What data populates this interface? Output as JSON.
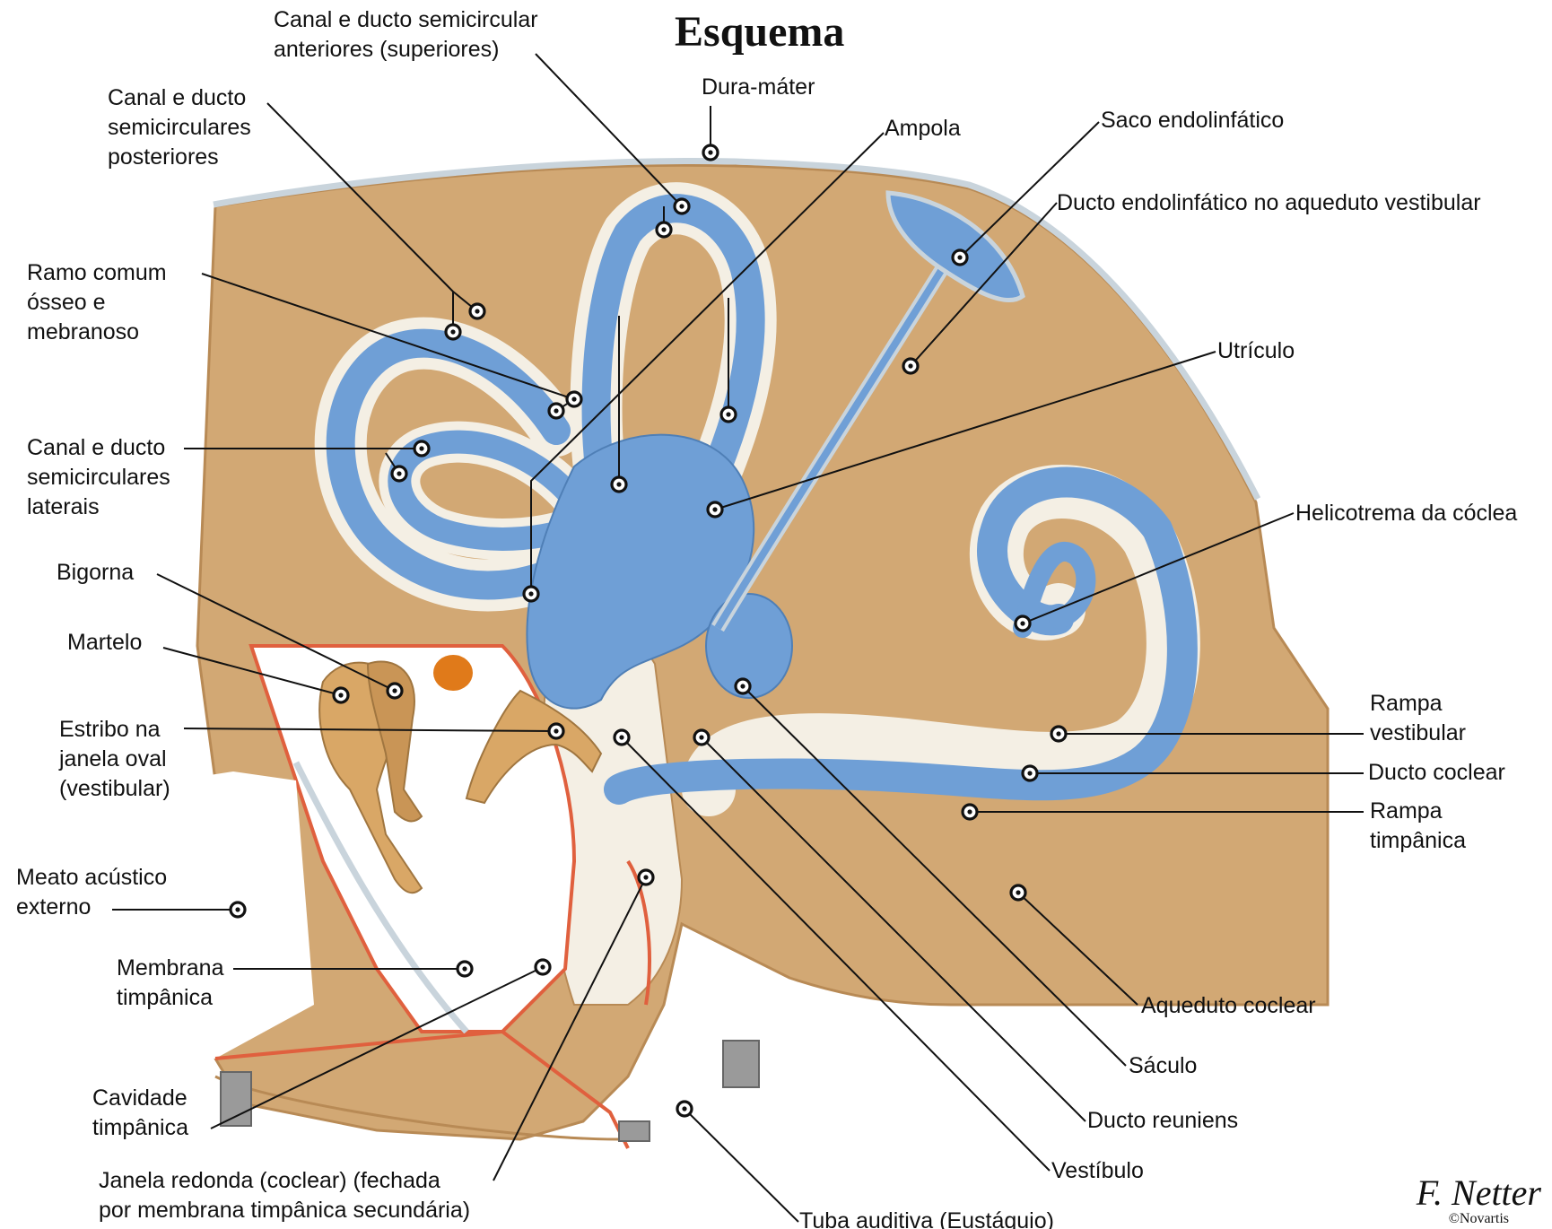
{
  "title": "Esquema",
  "labels": {
    "canal_ducto_anteriores": [
      "Canal e ducto semicircular",
      "anteriores (superiores)"
    ],
    "canal_ducto_posteriores": [
      "Canal e ducto",
      "semicirculares",
      "posteriores"
    ],
    "ramo_comum": [
      "Ramo comum",
      "ósseo e",
      "mebranoso"
    ],
    "canal_ducto_laterais": [
      "Canal e ducto",
      "semicirculares",
      "laterais"
    ],
    "bigorna": [
      "Bigorna"
    ],
    "martelo": [
      "Martelo"
    ],
    "estribo": [
      "Estribo na",
      "janela oval",
      "(vestibular)"
    ],
    "meato": [
      "Meato acústico",
      "externo"
    ],
    "membrana_timpanica": [
      "Membrana",
      "timpânica"
    ],
    "cavidade_timpanica": [
      "Cavidade",
      "timpânica"
    ],
    "janela_redonda": [
      "Janela redonda (coclear) (fechada",
      "por membrana timpânica secundária)"
    ],
    "dura_mater": [
      "Dura-máter"
    ],
    "ampola": [
      "Ampola"
    ],
    "saco_endolinfatico": [
      "Saco endolinfático"
    ],
    "ducto_endolinfatico": [
      "Ducto endolinfático no aqueduto vestibular"
    ],
    "utriculo": [
      "Utrículo"
    ],
    "helicotrema": [
      "Helicotrema da cóclea"
    ],
    "rampa_vestibular": [
      "Rampa",
      "vestibular"
    ],
    "ducto_coclear": [
      "Ducto coclear"
    ],
    "rampa_timpanica": [
      "Rampa",
      "timpânica"
    ],
    "aqueduto_coclear": [
      "Aqueduto coclear"
    ],
    "saculo": [
      "Sáculo"
    ],
    "ducto_reuniens": [
      "Ducto reuniens"
    ],
    "vestibulo": [
      "Vestíbulo"
    ],
    "tuba_auditiva": [
      "Tuba auditiva (Eustáquio)"
    ]
  },
  "signature": {
    "script": "F. Netter",
    "copyright": "©Novartis"
  },
  "colors": {
    "bone": "#d2a874",
    "bone_dark": "#b88a55",
    "labyrinth_blue": "#6f9fd6",
    "perilymph": "#f4efe4",
    "membrane": "#c9d4dc",
    "red_lining": "#e0603e",
    "ossicle": "#d9a766",
    "window_orange": "#e07a1a"
  }
}
